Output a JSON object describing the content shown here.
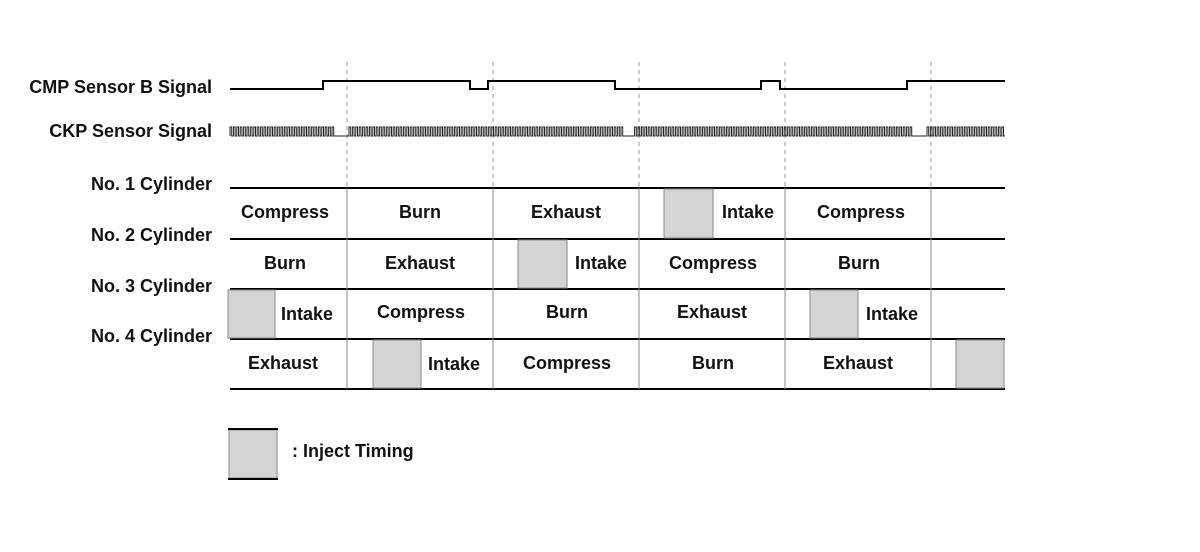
{
  "labels": {
    "cmp": "CMP Sensor B Signal",
    "ckp": "CKP Sensor Signal",
    "cyl1": "No. 1 Cylinder",
    "cyl2": "No. 2 Cylinder",
    "cyl3": "No. 3 Cylinder",
    "cyl4": "No. 4 Cylinder"
  },
  "rows": [
    [
      "Compress",
      "Burn",
      "Exhaust",
      "Intake",
      "Compress",
      ""
    ],
    [
      "Burn",
      "Exhaust",
      "Intake",
      "Compress",
      "Burn",
      ""
    ],
    [
      "Intake",
      "Compress",
      "Burn",
      "Exhaust",
      "Intake",
      ""
    ],
    [
      "Exhaust",
      "Intake",
      "Compress",
      "Burn",
      "Exhaust",
      ""
    ]
  ],
  "legend": {
    "text": ": Inject Timing"
  },
  "colors": {
    "inject": "#d4d4d4",
    "line": "#000000",
    "grid": "#888888"
  }
}
